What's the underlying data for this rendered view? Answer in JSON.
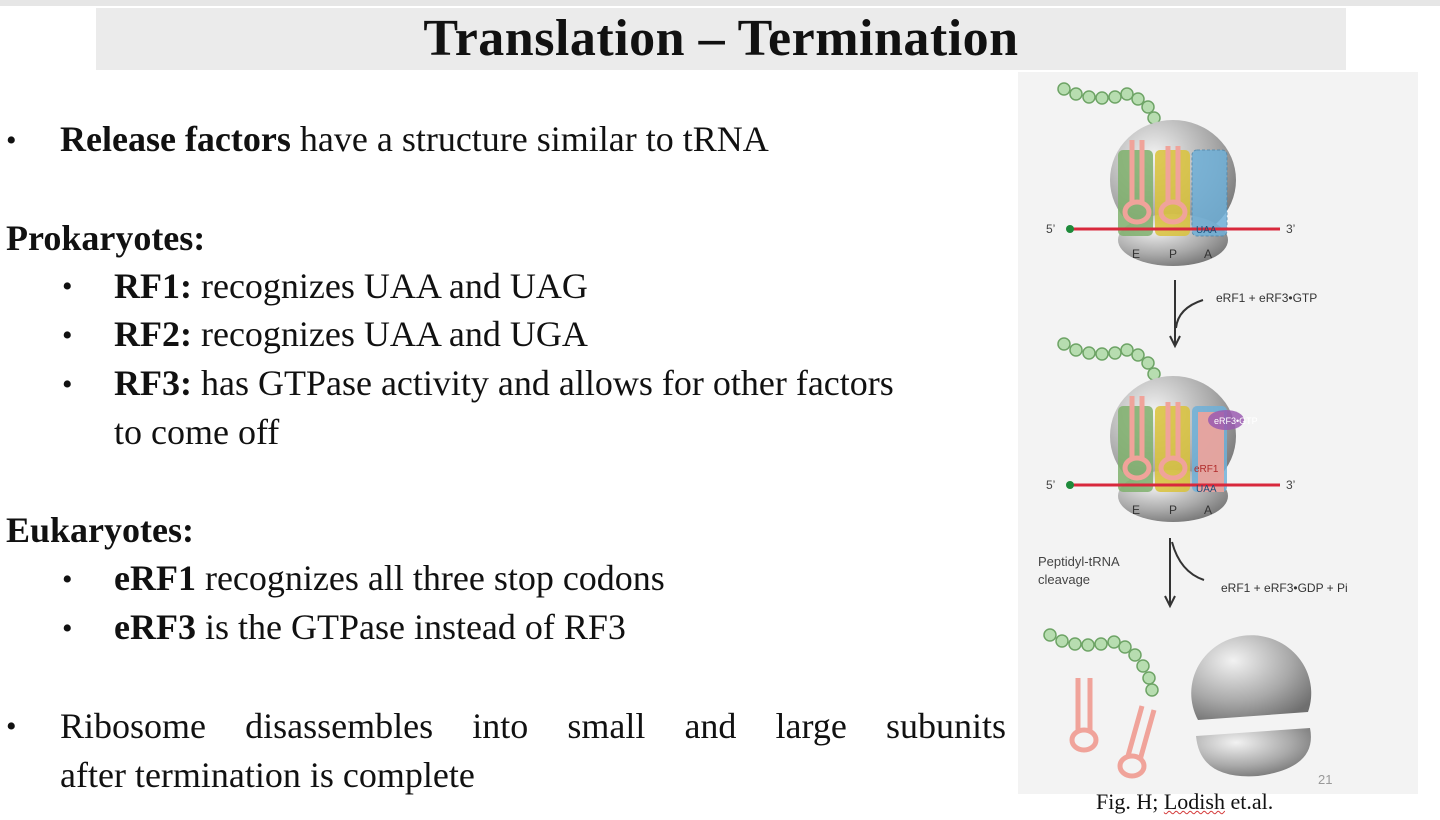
{
  "title": "Translation – Termination",
  "bullet_release": {
    "bold": "Release factors",
    "rest": " have a structure similar to tRNA"
  },
  "prokaryotes": {
    "heading": "Prokaryotes:",
    "items": [
      {
        "bold": "RF1:",
        "rest": " recognizes  UAA and UAG"
      },
      {
        "bold": "RF2:",
        "rest": " recognizes UAA and UGA"
      },
      {
        "bold": "RF3:",
        "rest": " has GTPase activity and allows for other factors",
        "cont": "to come off"
      }
    ]
  },
  "eukaryotes": {
    "heading": "Eukaryotes:",
    "items": [
      {
        "bold": "eRF1",
        "rest": " recognizes all three stop codons"
      },
      {
        "bold": "eRF3",
        "rest": " is the GTPase instead of RF3"
      }
    ]
  },
  "bullet_ribosome": {
    "line1": [
      "Ribosome",
      "disassembles",
      "into",
      "small",
      "and",
      "large",
      "subunits"
    ],
    "line2": "after termination is complete"
  },
  "figure": {
    "five_prime": "5’",
    "three_prime": "3’",
    "site_e": "E",
    "site_p": "P",
    "site_a": "A",
    "stop_codon": "UAA",
    "step1": "eRF1 + eRF3•GTP",
    "erf3_gtp_label": "eRF3•GTP",
    "erf1_label": "eRF1",
    "step2_line1": "Peptidyl-tRNA",
    "step2_line2": "cleavage",
    "step2_products": "eRF1 + eRF3•GDP + Pi",
    "page_number": "21"
  },
  "caption": {
    "prefix": "Fig. H; ",
    "underlined": "Lodish",
    "suffix": " et.al."
  },
  "colors": {
    "title_band": "#ebebeb",
    "mrna": "#d8283c",
    "bead": "#b7ddb0",
    "trna": "#f0a39a",
    "e_site": "#7fb06c",
    "p_site": "#d9c23a",
    "a_site": "#6fb0d8",
    "erf3": "#9a5ab0"
  }
}
